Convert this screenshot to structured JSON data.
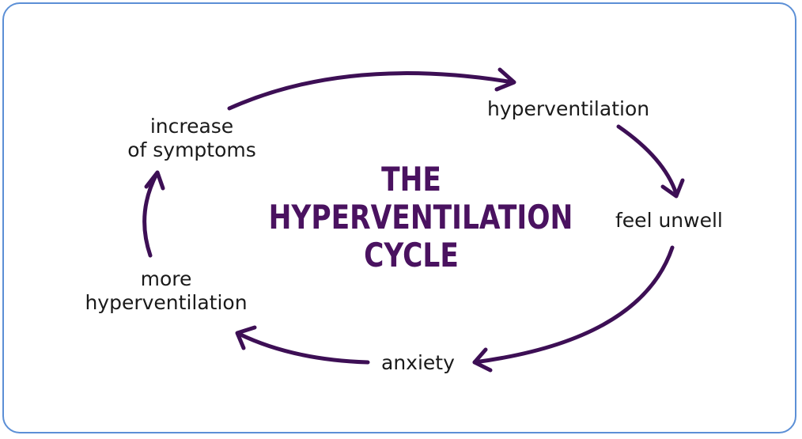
{
  "title": {
    "line1": "THE",
    "line2": "HYPERVENTILATION",
    "line3": "CYCLE"
  },
  "nodes": {
    "hyperventilation": "hyperventilation",
    "feel_unwell": "feel unwell",
    "anxiety": "anxiety",
    "more_hyperventilation_line1": "more",
    "more_hyperventilation_line2": "hyperventilation",
    "increase_symptoms_line1": "increase",
    "increase_symptoms_line2": "of symptoms"
  },
  "colors": {
    "arrow": "#3d0f55",
    "title": "#4a1260",
    "border": "#5b8fd6",
    "text": "#1a1a1a"
  }
}
